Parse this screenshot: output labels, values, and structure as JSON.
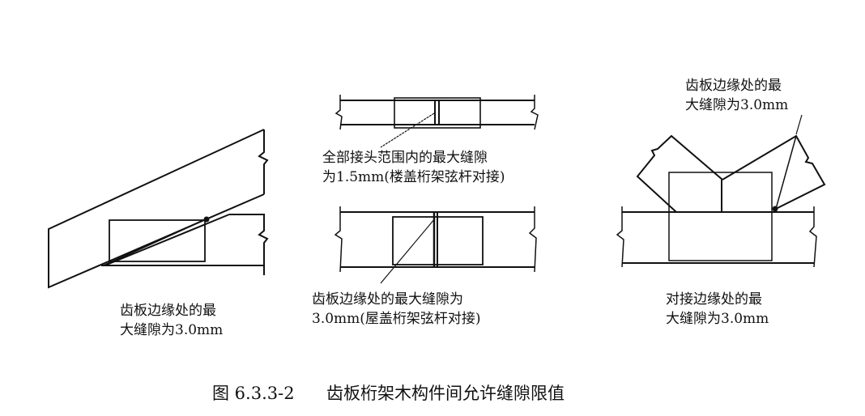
{
  "figure": {
    "caption_number": "图 6.3.3-2",
    "caption_title": "齿板桁架木构件间允许缝隙限值"
  },
  "left_panel": {
    "label_lines": [
      "齿板边缘处的最",
      "大缝隙为3.0mm"
    ]
  },
  "middle_panel": {
    "top_label_lines": [
      "全部接头范围内的最大缝隙",
      "为1.5mm(楼盖桁架弦杆对接)"
    ],
    "bottom_label_lines": [
      "齿板边缘处的最大缝隙为",
      "3.0mm(屋盖桁架弦杆对接)"
    ]
  },
  "right_panel": {
    "top_label_lines": [
      "齿板边缘处的最",
      "大缝隙为3.0mm"
    ],
    "bottom_label_lines": [
      "对接边缘处的最",
      "大缝隙为3.0mm"
    ]
  }
}
